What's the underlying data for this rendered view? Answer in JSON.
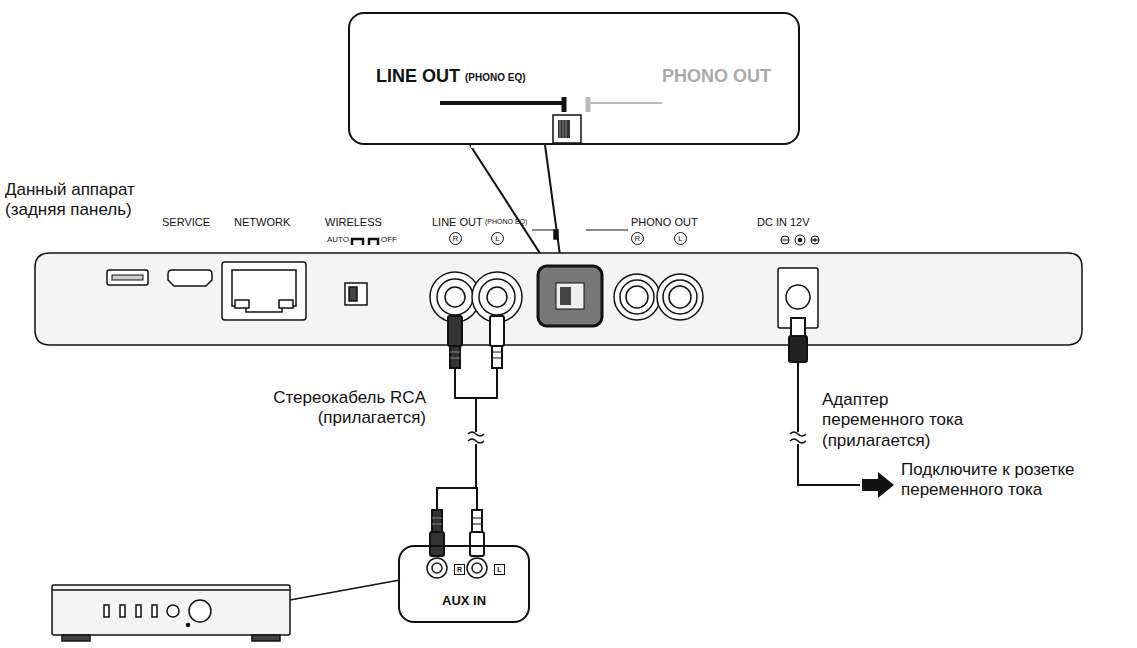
{
  "diagram": {
    "nodes": [
      {
        "text": [
          "LINE OUT",
          "(PHONO EQ)",
          "PHONO OUT"
        ]
      },
      {
        "text": [
          "R",
          "L",
          "AUX IN"
        ]
      }
    ],
    "labels": [
      "Данный аппарат (задняя панель)",
      "SERVICE",
      "NETWORK",
      "WIRELESS",
      "AUTO",
      "OFF",
      "LINE OUT",
      "(PHONO EQ)",
      "R",
      "L",
      "PHONO OUT",
      "R",
      "L",
      "DC IN 12V",
      "Стереокабель RCA (прилагается)",
      "Адаптер переменного тока (прилагается)",
      "Подключите к розетке переменного тока"
    ]
  }
}
